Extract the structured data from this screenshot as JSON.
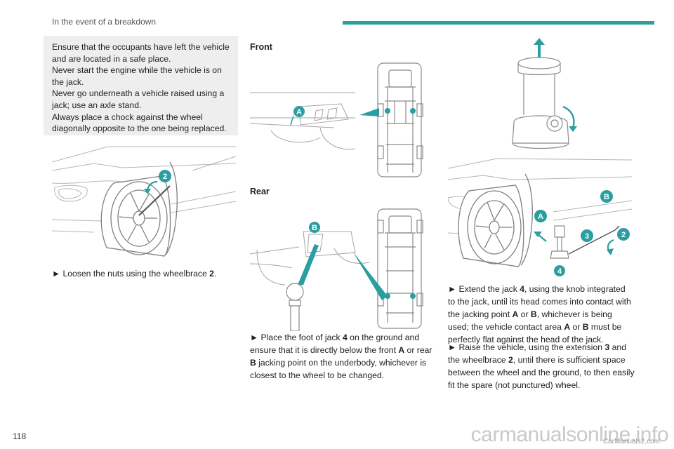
{
  "header": {
    "section_title": "In the event of a breakdown"
  },
  "warning": {
    "lines": [
      "Ensure that the occupants have left the vehicle and are located in a safe place.",
      "Never start the engine while the vehicle is on the jack.",
      "Never go underneath a vehicle raised using a jack; use an axle stand.",
      "Always place a chock against the wheel diagonally opposite to the one being replaced."
    ]
  },
  "steps": {
    "loosen": {
      "arrow": "►",
      "text": "Loosen the nuts using the wheelbrace ",
      "ref": "2",
      "end": "."
    },
    "place": {
      "arrow": "►",
      "t1": "Place the foot of jack ",
      "r1": "4",
      "t2": " on the ground and ensure that it is directly below the front ",
      "r2": "A",
      "t3": " or rear ",
      "r3": "B",
      "t4": " jacking point on the underbody, whichever is closest to the wheel to be changed."
    },
    "extend": {
      "arrow": "►",
      "t1": "Extend the jack ",
      "r1": "4",
      "t2": ", using the knob integrated to the jack, until its head comes into contact with the jacking point ",
      "r2": "A",
      "t3": " or ",
      "r3": "B",
      "t4": ", whichever is being used; the vehicle contact area ",
      "r4": "A",
      "t5": " or ",
      "r5": "B",
      "t6": " must be perfectly flat against the head of the jack."
    },
    "raise": {
      "arrow": "►",
      "t1": "Raise the vehicle, using the extension ",
      "r1": "3",
      "t2": " and the wheelbrace ",
      "r2": "2",
      "t3": ", until there is sufficient space between the wheel and the ground, to then easily fit the spare (not punctured) wheel."
    }
  },
  "labels": {
    "front": "Front",
    "rear": "Rear"
  },
  "callouts": {
    "a": "A",
    "b": "B",
    "two": "2",
    "three": "3",
    "four": "4"
  },
  "footer": {
    "page_number": "118",
    "watermark": "carmanualsonline.info",
    "watermark_small": "CarManuals2.com"
  },
  "colors": {
    "accent": "#2a9ea0",
    "line": "#9a9a9a",
    "box": "#eeeeee"
  }
}
